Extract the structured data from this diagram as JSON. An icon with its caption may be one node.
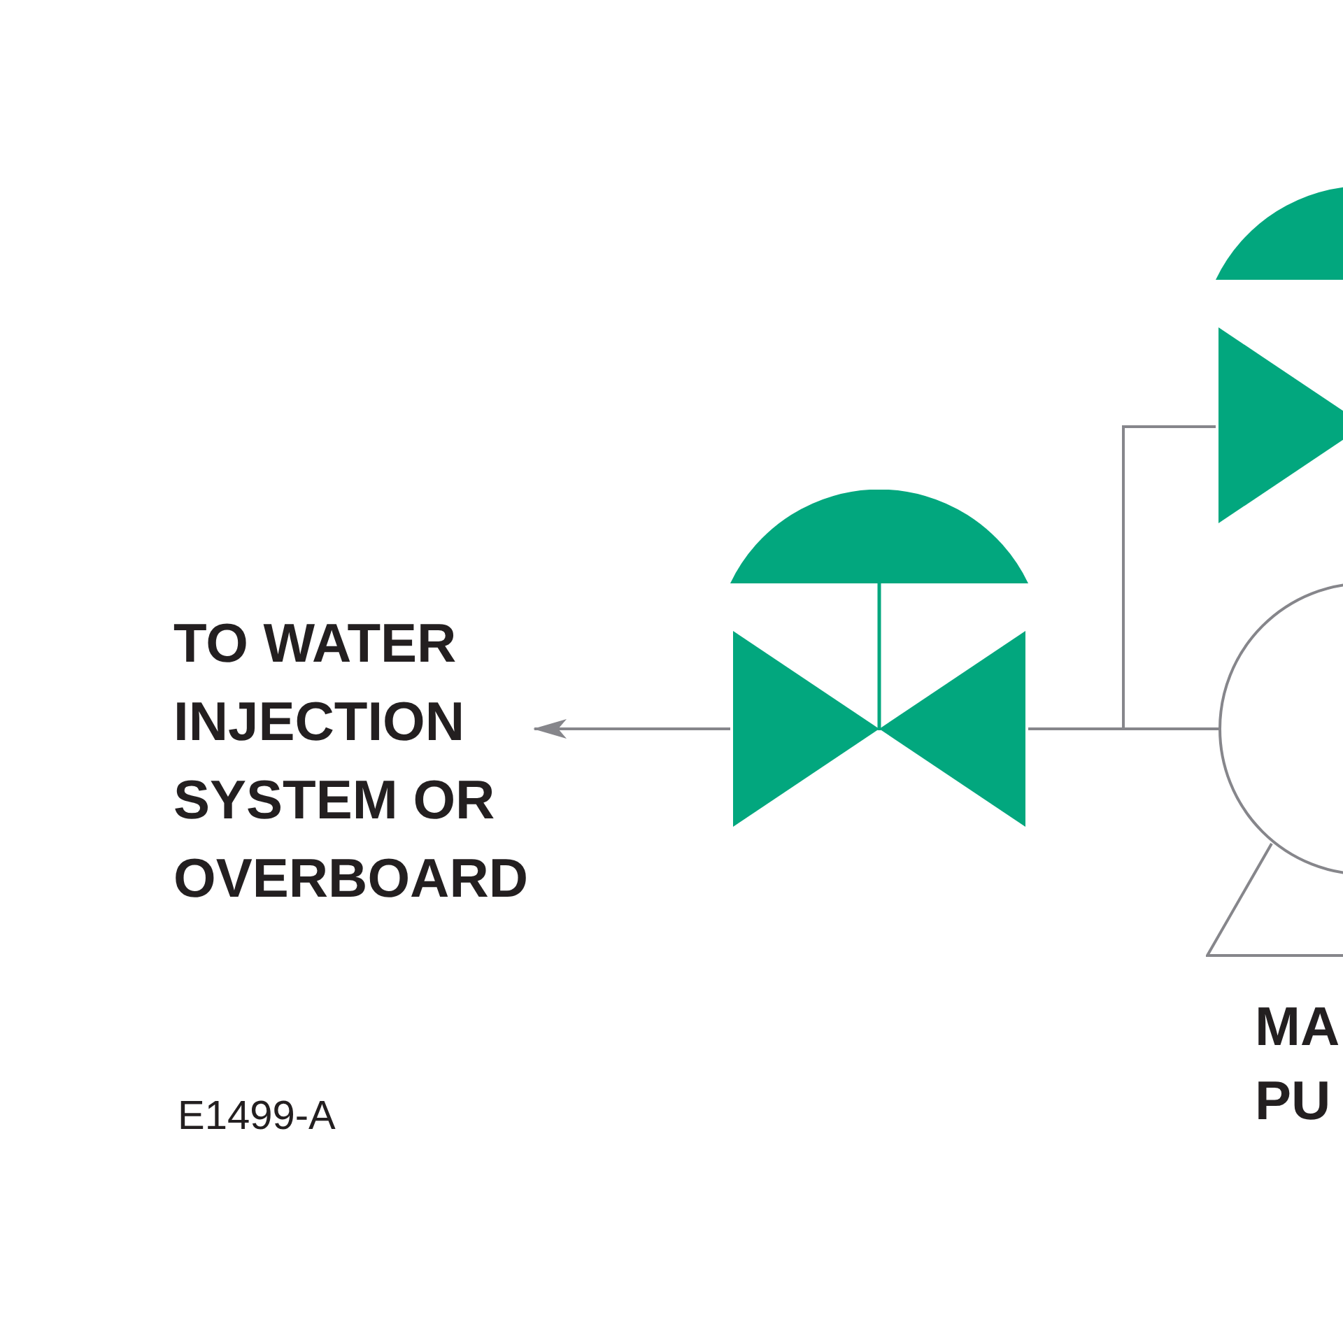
{
  "diagram": {
    "nodes": [
      {
        "text": [
          "TO WATER INJECTION SYSTEM OR OVERBOARD"
        ]
      },
      {
        "text": [],
        "shape": "valve"
      },
      {
        "text": [],
        "shape": "valve"
      },
      {
        "text": [],
        "shape": "pump",
        "beside": [
          "MA PU"
        ]
      }
    ],
    "edges": [
      {
        "from": 1,
        "to": 0,
        "arrow": "to"
      },
      {
        "from": 3,
        "to": 1,
        "arrow": "none"
      },
      {
        "from": 3,
        "to": 2,
        "arrow": "none"
      }
    ],
    "labels": [
      "E1499-A"
    ]
  }
}
